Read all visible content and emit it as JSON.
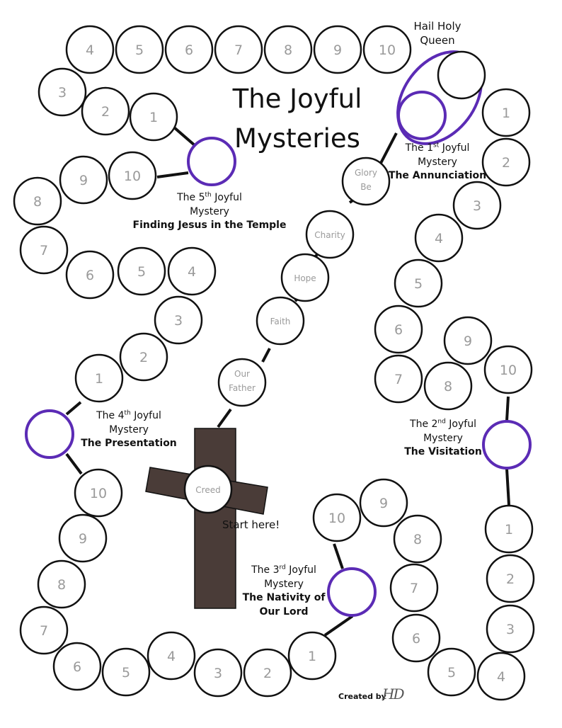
{
  "title_line1": "The Joyful",
  "title_line2": "Mysteries",
  "start_text": "Start here!",
  "credit_text": "Created by",
  "logo_text": "HD",
  "colors": {
    "accent": "#5b2bb5",
    "ink": "#111111",
    "bead_text": "#9a9a9a",
    "cross": "#4a3c38"
  },
  "beads": [
    {
      "label": "4"
    },
    {
      "label": "5"
    },
    {
      "label": "6"
    },
    {
      "label": "7"
    },
    {
      "label": "8"
    },
    {
      "label": "9"
    },
    {
      "label": "10"
    },
    {
      "label": "3"
    },
    {
      "label": "2"
    },
    {
      "label": "1"
    },
    {
      "label": "9"
    },
    {
      "label": "10"
    },
    {
      "label": "8"
    },
    {
      "label": "7"
    },
    {
      "label": "6"
    },
    {
      "label": "5"
    },
    {
      "label": "4"
    },
    {
      "label": "3"
    },
    {
      "label": "2"
    },
    {
      "label": "1"
    },
    {
      "label": "10"
    },
    {
      "label": "9"
    },
    {
      "label": "8"
    },
    {
      "label": "7"
    },
    {
      "label": "6"
    },
    {
      "label": "5"
    },
    {
      "label": "4"
    },
    {
      "label": "3"
    },
    {
      "label": "2"
    },
    {
      "label": "1"
    },
    {
      "label": "10"
    },
    {
      "label": "9"
    },
    {
      "label": "8"
    },
    {
      "label": "7"
    },
    {
      "label": "6"
    },
    {
      "label": "5"
    },
    {
      "label": "4"
    },
    {
      "label": "3"
    },
    {
      "label": "2"
    },
    {
      "label": "1"
    },
    {
      "label": "10"
    },
    {
      "label": "9"
    },
    {
      "label": "8"
    },
    {
      "label": "7"
    },
    {
      "label": "6"
    },
    {
      "label": "5"
    },
    {
      "label": "4"
    },
    {
      "label": "3"
    },
    {
      "label": "2"
    },
    {
      "label": "1"
    },
    {
      "label": "Glory Be"
    },
    {
      "label": "Charity"
    },
    {
      "label": "Hope"
    },
    {
      "label": "Faith"
    },
    {
      "label": "Our Father"
    },
    {
      "label": "Creed"
    },
    {
      "label": ""
    }
  ],
  "mystery_beads": [
    {
      "name": "first"
    },
    {
      "name": "second"
    },
    {
      "name": "third"
    },
    {
      "name": "fourth"
    },
    {
      "name": "fifth"
    }
  ],
  "hail_holy_queen": {
    "line1": "Hail Holy",
    "line2": "Queen"
  },
  "mysteries": [
    {
      "prefix": "The 1",
      "sup": "st",
      "suffix": " Joyful",
      "line2": "Mystery",
      "name1": "The Annunciation",
      "name2": ""
    },
    {
      "prefix": "The 2",
      "sup": "nd",
      "suffix": " Joyful",
      "line2": "Mystery",
      "name1": "The Visitation",
      "name2": ""
    },
    {
      "prefix": "The 3",
      "sup": "rd",
      "suffix": " Joyful",
      "line2": "Mystery",
      "name1": "The Nativity of",
      "name2": "Our Lord"
    },
    {
      "prefix": "The 4",
      "sup": "th",
      "suffix": " Joyful",
      "line2": "Mystery",
      "name1": "The Presentation",
      "name2": ""
    },
    {
      "prefix": "The 5",
      "sup": "th",
      "suffix": " Joyful",
      "line2": "Mystery",
      "name1": "Finding Jesus in the Temple",
      "name2": ""
    }
  ]
}
